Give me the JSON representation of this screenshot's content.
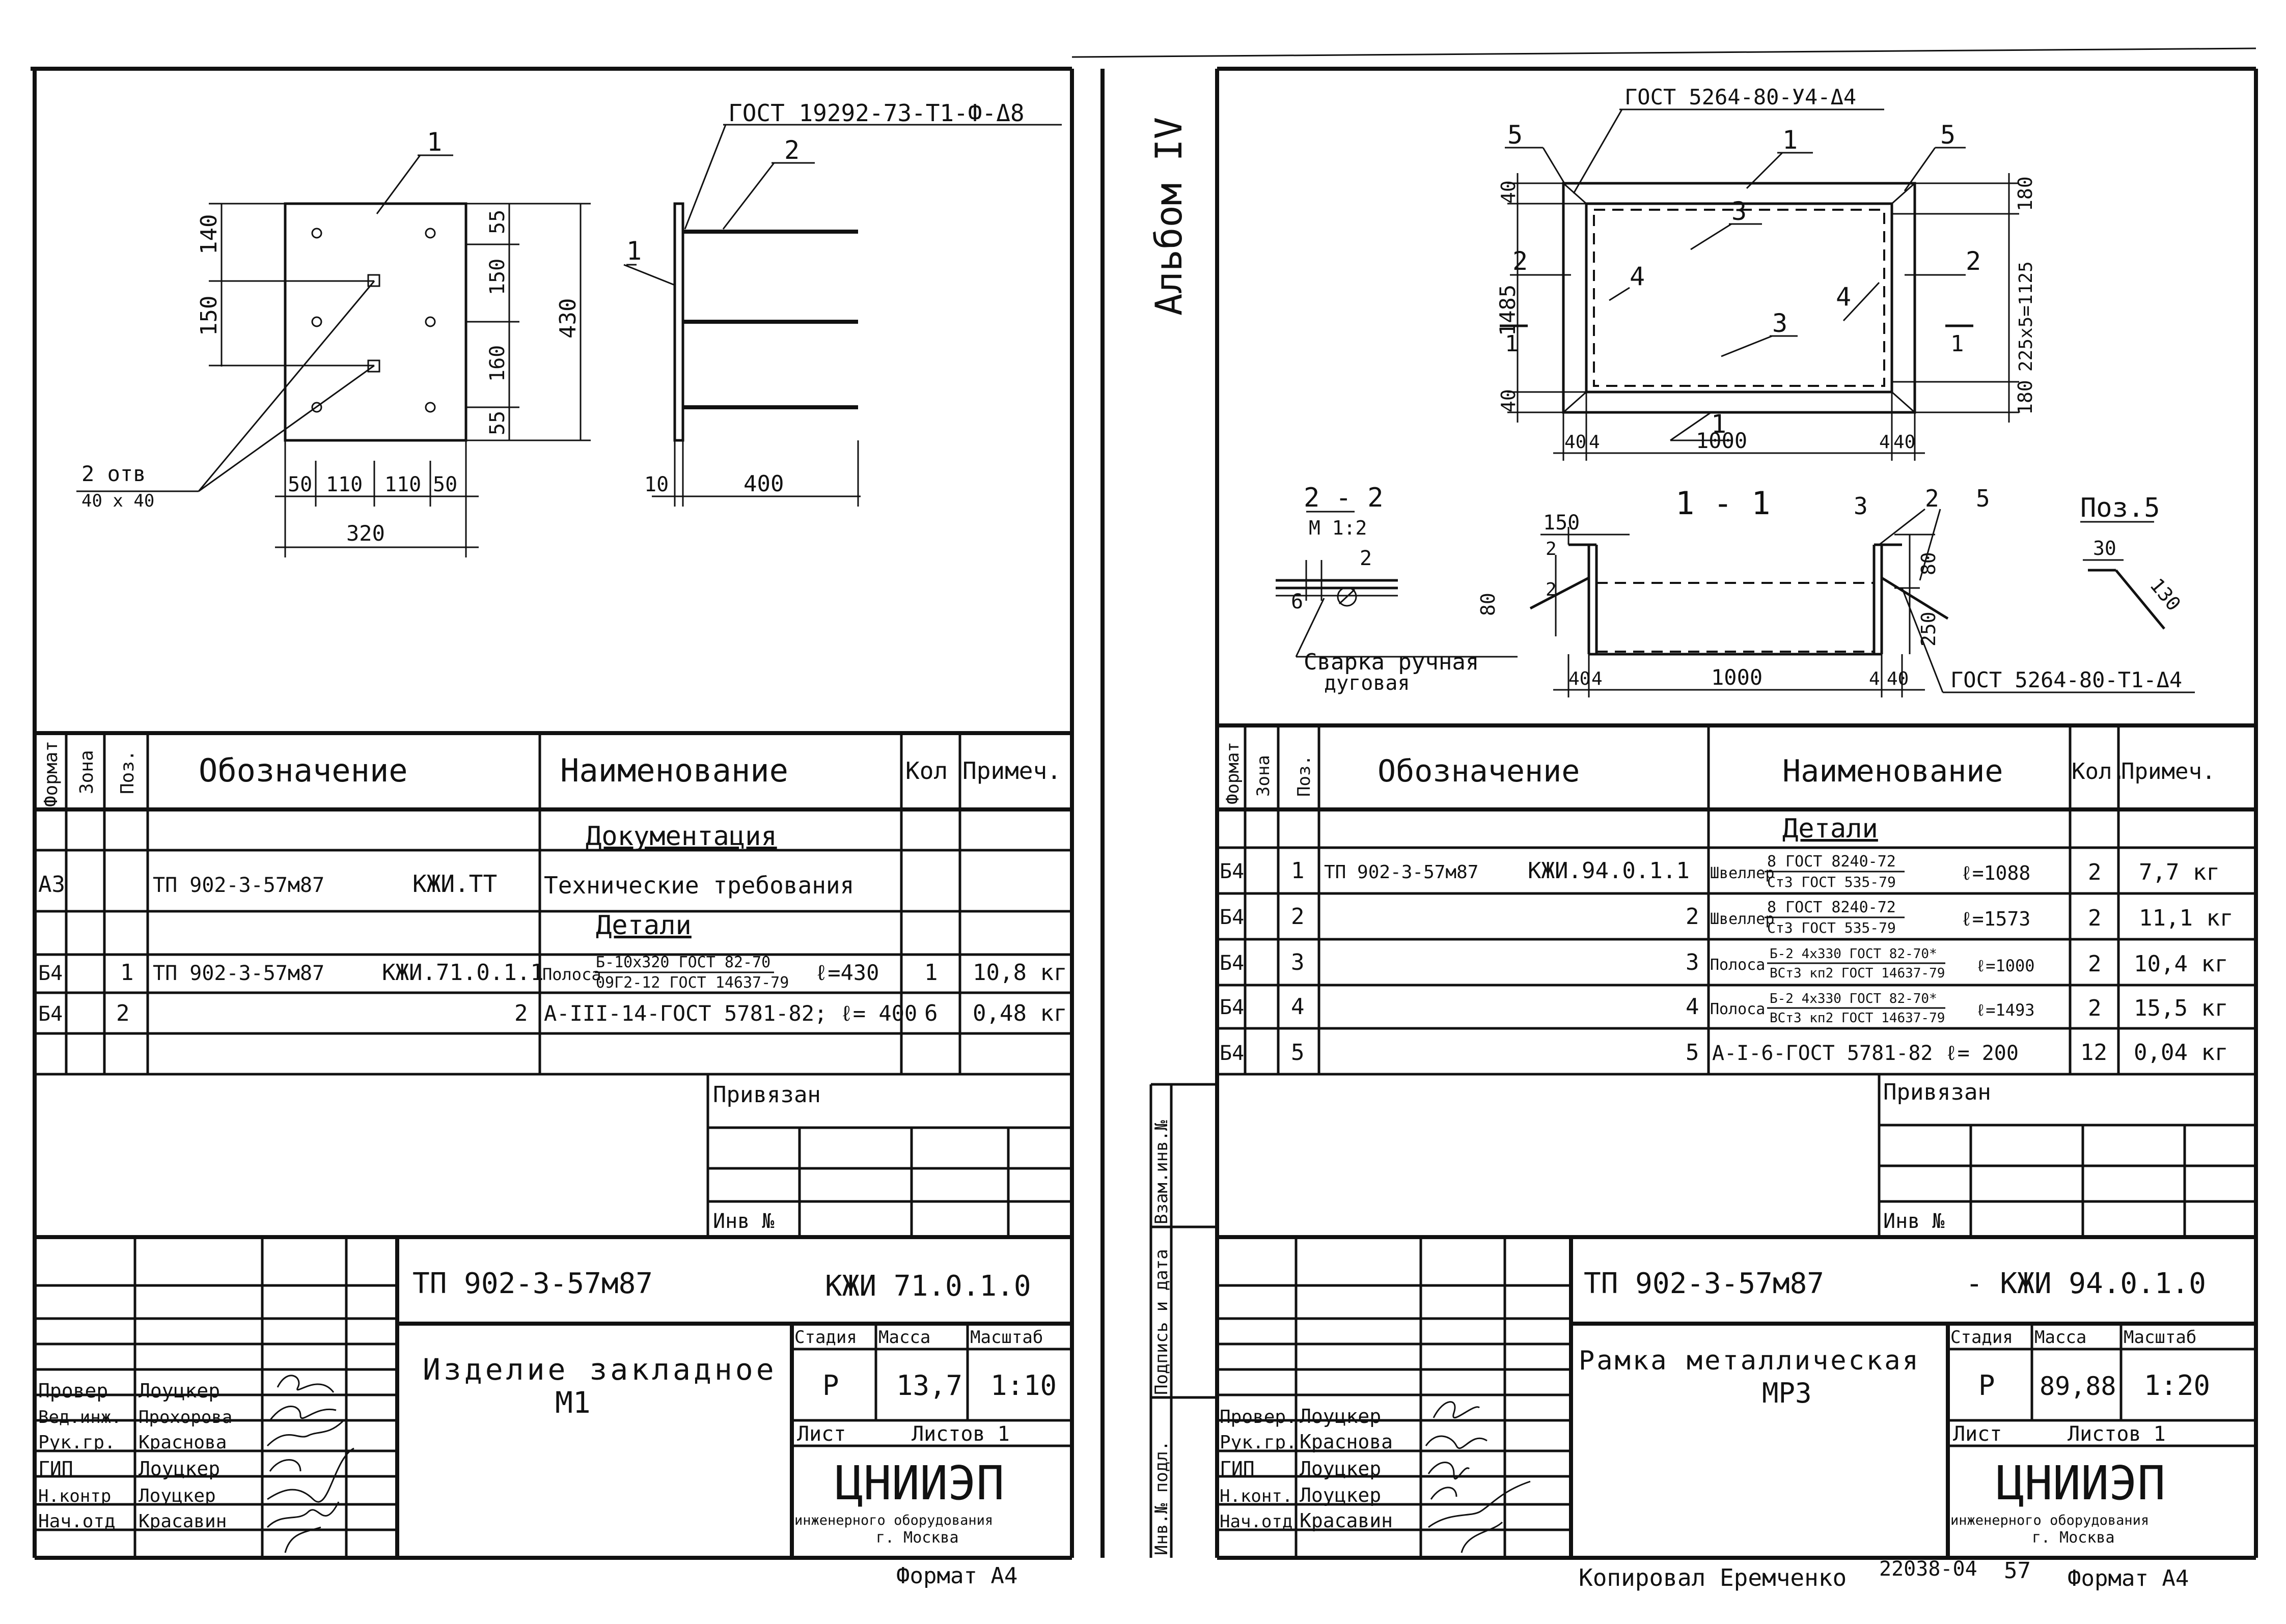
{
  "left": {
    "drawing": {
      "gost_top": "ГОСТ 19292-73-Т1-Ф-Δ8",
      "pos1": "1",
      "pos2": "2",
      "pos1_side": "1",
      "dim_140": "140",
      "dim_150": "150",
      "dim_55a": "55",
      "dim_150b": "150",
      "dim_160": "160",
      "dim_55b": "55",
      "dim_430": "430",
      "holes_line1": "2 отв",
      "holes_line2": "40 х 40",
      "dim_50a": "50",
      "dim_110a": "110",
      "dim_110b": "110",
      "dim_50b": "50",
      "dim_320": "320",
      "dim_10": "10",
      "dim_400": "400"
    },
    "spec": {
      "headers": {
        "format": "Формат",
        "zone": "Зона",
        "pos": "Поз.",
        "designation": "Обозначение",
        "name": "Наименование",
        "qty": "Кол",
        "note": "Примеч."
      },
      "section_docs": "Документация",
      "section_parts": "Детали",
      "rows": [
        {
          "format": "А3",
          "pos": "",
          "code": "ТП 902-3-57м87",
          "mark": "КЖИ.ТТ",
          "name": "Технические требования",
          "name_top": "",
          "name_bottom": "",
          "length": "",
          "qty": "",
          "note": ""
        },
        {
          "format": "Б4",
          "pos": "1",
          "code": "ТП 902-3-57м87",
          "mark": "КЖИ.71.0.1.1",
          "name": "Полоса",
          "name_top": "Б-10х320 ГОСТ 82-70",
          "name_bottom": "09Г2-12 ГОСТ 14637-79",
          "length": "ℓ=430",
          "qty": "1",
          "note": "10,8 кг"
        },
        {
          "format": "Б4",
          "pos": "2",
          "code": "",
          "mark": "2",
          "name": "А-III-14-ГОСТ 5781-82; ℓ= 400",
          "name_top": "",
          "name_bottom": "",
          "length": "",
          "qty": "6",
          "note": "0,48 кг"
        }
      ]
    },
    "privyazan": "Привязан",
    "inv_label": "Инв №",
    "title": {
      "doc_code": "ТП 902-3-57м87",
      "doc_mark": "КЖИ 71.0.1.0",
      "product_line1": "Изделие закладное",
      "product_line2": "М1",
      "stage_label": "Стадия",
      "mass_label": "Масса",
      "scale_label": "Масштаб",
      "stage": "Р",
      "mass": "13,7",
      "scale": "1:10",
      "sheet_label": "Лист",
      "sheets_label": "Листов 1",
      "org": "ЦНИИЭП",
      "org_line2": "инженерного оборудования",
      "org_line3": "г. Москва",
      "signers": [
        {
          "role": "Провер",
          "name": "Лоуцкер"
        },
        {
          "role": "Вед.инж.",
          "name": "Прохорова"
        },
        {
          "role": "Рук.гр.",
          "name": "Краснова"
        },
        {
          "role": "ГИП",
          "name": "Лоуцкер"
        },
        {
          "role": "Н.контр",
          "name": "Лоуцкер"
        },
        {
          "role": "Нач.отд",
          "name": "Красавин"
        }
      ]
    },
    "format_label": "Формат А4"
  },
  "album": "Альбом IV",
  "side_labels": {
    "vzam": "Взам.инв.№",
    "podpis": "Подпись и дата",
    "inv_podl": "Инв.№ подл."
  },
  "right": {
    "drawing": {
      "gost_top": "ГОСТ 5264-80-У4-Δ4",
      "pos5a": "5",
      "pos1": "1",
      "pos5b": "5",
      "pos3a": "3",
      "pos2a": "2",
      "pos4a": "4",
      "pos4b": "4",
      "pos2b": "2",
      "pos3b": "3",
      "pos1b": "1",
      "dim_40a": "40",
      "dim_1485": "1485",
      "dim_40b": "40",
      "dim_180a": "180",
      "dim_225": "225х5=1125",
      "dim_180b": "180",
      "cut_1_left": "1",
      "cut_1_right": "1",
      "dim_40c": "40",
      "dim_4a": "4",
      "dim_1000a": "1000",
      "dim_4b": "4",
      "dim_40d": "40",
      "sec22": "2 - 2",
      "sec22_scale": "М 1:2",
      "sec_2": "2",
      "sec_6": "6",
      "weld_line1": "Сварка ручная",
      "weld_line2": "дуговая",
      "sec11": "1 - 1",
      "dim_150": "150",
      "sec11_p3": "3",
      "sec11_p2": "2",
      "sec11_p5": "5",
      "dim_80a": "80",
      "dim_80b": "80",
      "dim_250": "250",
      "sec11_2a": "2",
      "sec11_2b": "2",
      "dim_40e": "40",
      "dim_4c": "4",
      "dim_1000b": "1000",
      "dim_4d": "4",
      "dim_40f": "40",
      "gost_bottom": "ГОСТ 5264-80-Т1-Δ4",
      "poz5": "Поз.5",
      "poz5_30": "30",
      "poz5_130": "130"
    },
    "spec": {
      "headers": {
        "format": "Формат",
        "zone": "Зона",
        "pos": "Поз.",
        "designation": "Обозначение",
        "name": "Наименование",
        "qty": "Кол.",
        "note": "Примеч."
      },
      "section_parts": "Детали",
      "rows": [
        {
          "format": "Б4",
          "pos": "1",
          "code": "ТП 902-3-57м87",
          "mark": "КЖИ.94.0.1.1",
          "name": "Швеллер",
          "name_top": "8 ГОСТ 8240-72",
          "name_bottom": "Ст3 ГОСТ 535-79",
          "length": "ℓ=1088",
          "qty": "2",
          "note": "7,7 кг"
        },
        {
          "format": "Б4",
          "pos": "2",
          "code": "",
          "mark": "2",
          "name": "Швеллер",
          "name_top": "8 ГОСТ 8240-72",
          "name_bottom": "Ст3 ГОСТ 535-79",
          "length": "ℓ=1573",
          "qty": "2",
          "note": "11,1 кг"
        },
        {
          "format": "Б4",
          "pos": "3",
          "code": "",
          "mark": "3",
          "name": "Полоса",
          "name_top": "Б-2 4х330 ГОСТ 82-70*",
          "name_bottom": "ВСт3 кп2 ГОСТ 14637-79",
          "length": "ℓ=1000",
          "qty": "2",
          "note": "10,4 кг"
        },
        {
          "format": "Б4",
          "pos": "4",
          "code": "",
          "mark": "4",
          "name": "Полоса",
          "name_top": "Б-2 4х330 ГОСТ 82-70*",
          "name_bottom": "ВСт3 кп2 ГОСТ 14637-79",
          "length": "ℓ=1493",
          "qty": "2",
          "note": "15,5 кг"
        },
        {
          "format": "Б4",
          "pos": "5",
          "code": "",
          "mark": "5",
          "name": "А-I-6-ГОСТ 5781-82   ℓ= 200",
          "name_top": "",
          "name_bottom": "",
          "length": "",
          "qty": "12",
          "note": "0,04 кг"
        }
      ]
    },
    "privyazan": "Привязан",
    "inv_label": "Инв №",
    "title": {
      "doc_code": "ТП 902-3-57м87",
      "doc_mark": "- КЖИ 94.0.1.0",
      "product_line1": "Рамка металлическая",
      "product_line2": "МР3",
      "stage_label": "Стадия",
      "mass_label": "Масса",
      "scale_label": "Масштаб",
      "stage": "Р",
      "mass": "89,88",
      "scale": "1:20",
      "sheet_label": "Лист",
      "sheets_label": "Листов 1",
      "org": "ЦНИИЭП",
      "org_line2": "инженерного оборудования",
      "org_line3": "г. Москва",
      "signers": [
        {
          "role": "Провер.",
          "name": "Лоуцкер"
        },
        {
          "role": "Рук.гр.",
          "name": "Краснова"
        },
        {
          "role": "ГИП",
          "name": "Лоуцкер"
        },
        {
          "role": "Н.конт.",
          "name": "Лоуцкер"
        },
        {
          "role": "Нач.отд",
          "name": "Красавин"
        }
      ]
    },
    "copied": "Копировал Еремченко",
    "order": "22038-04",
    "page_no": "57",
    "format_label": "Формат А4"
  }
}
